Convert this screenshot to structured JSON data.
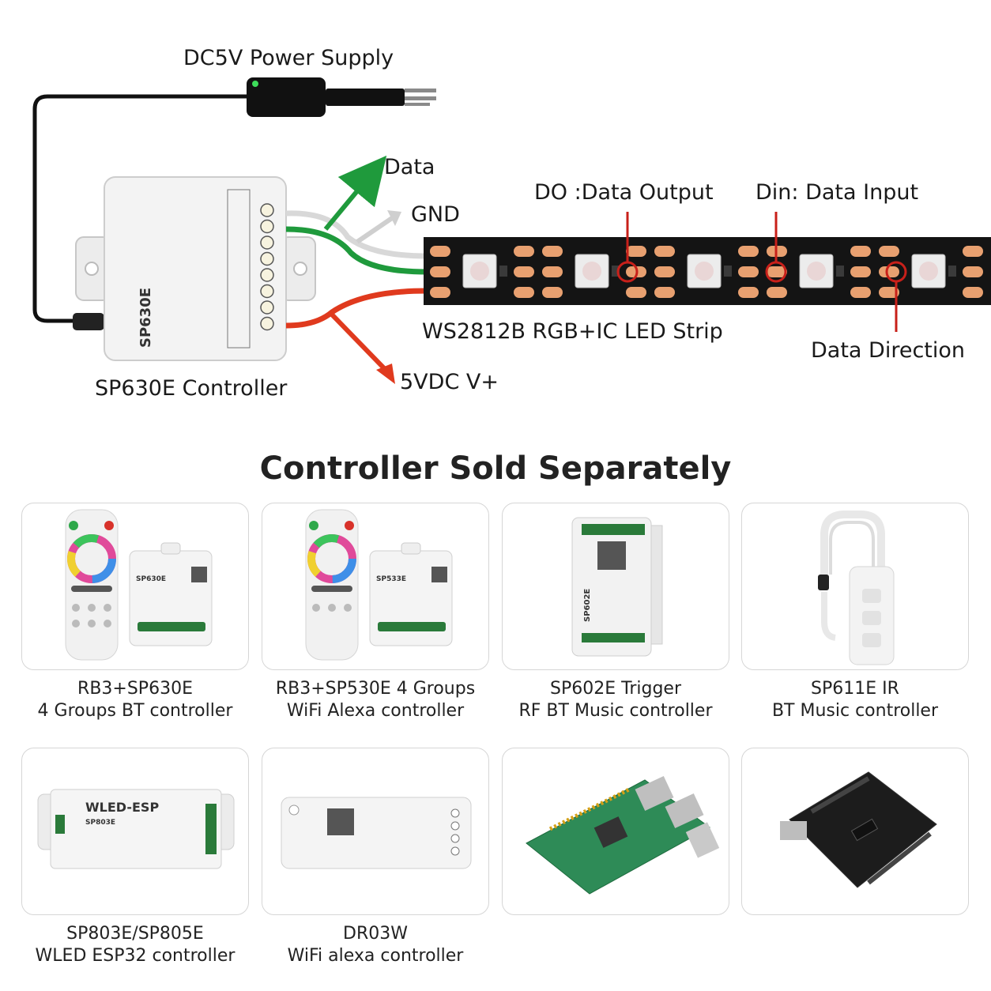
{
  "wiring": {
    "power_supply_label": "DC5V Power Supply",
    "data_label": "Data",
    "gnd_label": "GND",
    "do_label": "DO :Data Output",
    "din_label": "Din: Data Input",
    "strip_label": "WS2812B RGB+IC LED Strip",
    "direction_label": "Data Direction",
    "controller_label": "SP630E Controller",
    "vplus_label": "5VDC V+",
    "controller_model_text": "SP630E",
    "colors": {
      "data_wire": "#1f9a3c",
      "gnd_wire": "#d8d8d8",
      "power_wire": "#e03a1e",
      "marker": "#c8201a",
      "strip": "#141414"
    }
  },
  "section_title": "Controller Sold Separately",
  "products": [
    {
      "line1": "RB3+SP630E",
      "line2": "4 Groups BT controller",
      "device_text": "SP630E",
      "icon": "remote-and-controller-icon"
    },
    {
      "line1": "RB3+SP530E 4 Groups",
      "line2": "WiFi Alexa controller",
      "device_text": "SP533E",
      "icon": "remote-and-controller-icon"
    },
    {
      "line1": "SP602E Trigger",
      "line2": "RF BT Music controller",
      "device_text": "SP602E",
      "icon": "music-controller-icon"
    },
    {
      "line1": "SP611E IR",
      "line2": "BT Music controller",
      "device_text": "",
      "icon": "ir-controller-icon"
    },
    {
      "line1": "SP803E/SP805E",
      "line2": "WLED ESP32 controller",
      "device_text": "WLED-ESP",
      "device_text2": "SP803E",
      "icon": "wled-controller-icon"
    },
    {
      "line1": "DR03W",
      "line2": "WiFi alexa controller",
      "device_text": "",
      "icon": "wifi-controller-icon"
    },
    {
      "line1": "",
      "line2": "",
      "device_text": "",
      "icon": "raspberry-pi-icon"
    },
    {
      "line1": "",
      "line2": "",
      "device_text": "",
      "icon": "arduino-board-icon"
    }
  ]
}
